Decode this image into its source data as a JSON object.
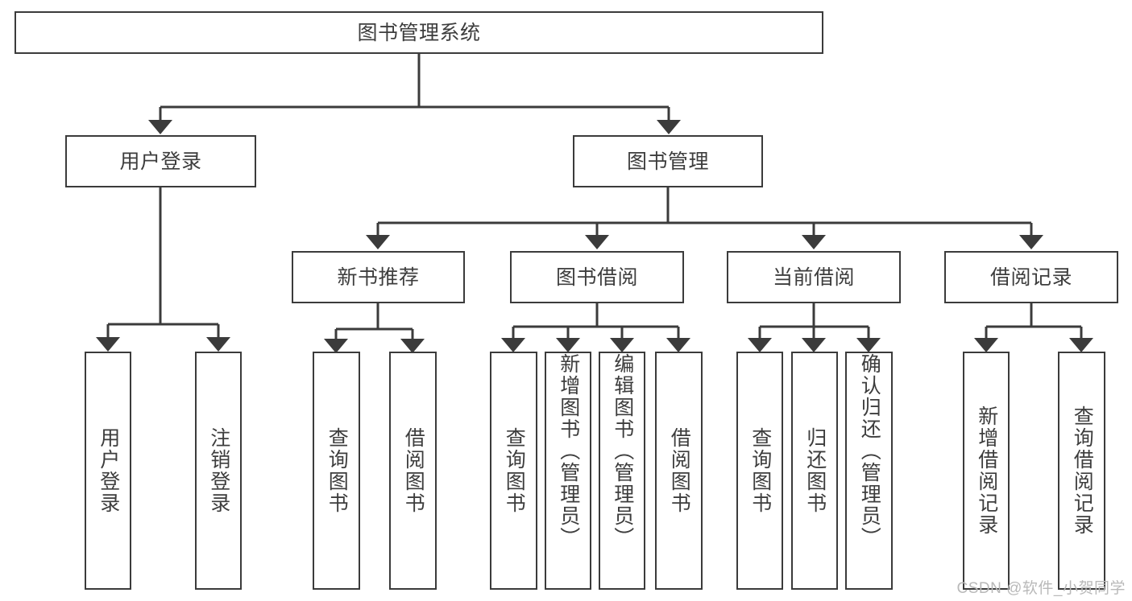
{
  "diagram": {
    "type": "tree-hierarchy-chart",
    "title": "图书管理系统",
    "stroke_color": "#3b3b3b",
    "text_color": "#3d3d3d",
    "background_color": "#ffffff",
    "levels": {
      "root": {
        "label": "图书管理系统"
      },
      "level2": [
        {
          "label": "用户登录"
        },
        {
          "label": "图书管理"
        }
      ],
      "level3": [
        {
          "label": "新书推荐"
        },
        {
          "label": "图书借阅"
        },
        {
          "label": "当前借阅"
        },
        {
          "label": "借阅记录"
        }
      ],
      "leaves": {
        "user_login": [
          {
            "label": "用户登录"
          },
          {
            "label": "注销登录"
          }
        ],
        "new_book_recommend": [
          {
            "label": "查询图书"
          },
          {
            "label": "借阅图书"
          }
        ],
        "book_borrow": [
          {
            "label": "查询图书"
          },
          {
            "label": "新增图书（管理员）"
          },
          {
            "label": "编辑图书（管理员）"
          },
          {
            "label": "借阅图书"
          }
        ],
        "current_borrow": [
          {
            "label": "查询图书"
          },
          {
            "label": "归还图书"
          },
          {
            "label": "确认归还（管理员）"
          }
        ],
        "borrow_record": [
          {
            "label": "新增借阅记录"
          },
          {
            "label": "查询借阅记录"
          }
        ]
      }
    }
  },
  "watermark": {
    "text": "CSDN @软件_小贺同学"
  }
}
